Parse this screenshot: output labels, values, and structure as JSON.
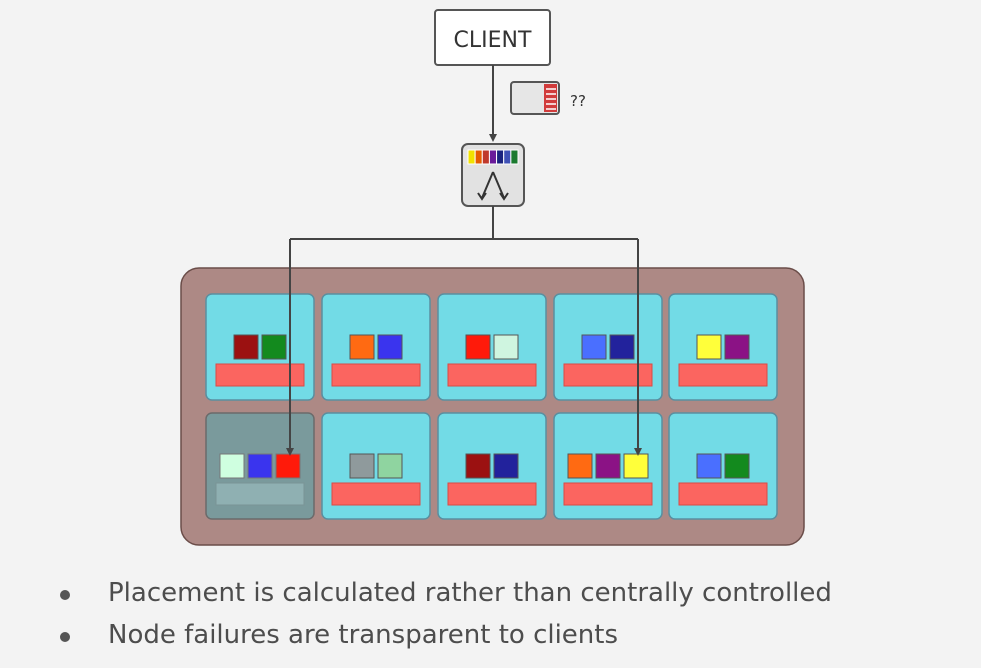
{
  "client_label": "CLIENT",
  "unknown_mark": "??",
  "pg_colors": [
    "#f2e200",
    "#e65c00",
    "#c0392b",
    "#6a1b9a",
    "#1a237e",
    "#3f51b5",
    "#1b7a2f"
  ],
  "failed_node_id": 6,
  "nodes": [
    {
      "id": 1,
      "colors": [
        "#9b1111",
        "#138a1e"
      ]
    },
    {
      "id": 2,
      "colors": [
        "#ff6a12",
        "#3a34ee"
      ]
    },
    {
      "id": 3,
      "colors": [
        "#ff1a0a",
        "#cff5e0"
      ]
    },
    {
      "id": 4,
      "colors": [
        "#4a6fff",
        "#22229c"
      ]
    },
    {
      "id": 5,
      "colors": [
        "#ffff3a",
        "#8b1285"
      ]
    },
    {
      "id": 6,
      "colors": [
        "#cfffe0",
        "#3a34ee",
        "#ff1a0a"
      ]
    },
    {
      "id": 7,
      "colors": [
        "#8f9a9c",
        "#8fd4a0"
      ]
    },
    {
      "id": 8,
      "colors": [
        "#9b1111",
        "#22229c"
      ]
    },
    {
      "id": 9,
      "colors": [
        "#ff6a12",
        "#8b1285",
        "#ffff3a"
      ]
    },
    {
      "id": 10,
      "colors": [
        "#4a6fff",
        "#138a1e"
      ]
    }
  ],
  "bullets": [
    "Placement is calculated rather than centrally controlled",
    "Node failures are transparent to clients"
  ]
}
